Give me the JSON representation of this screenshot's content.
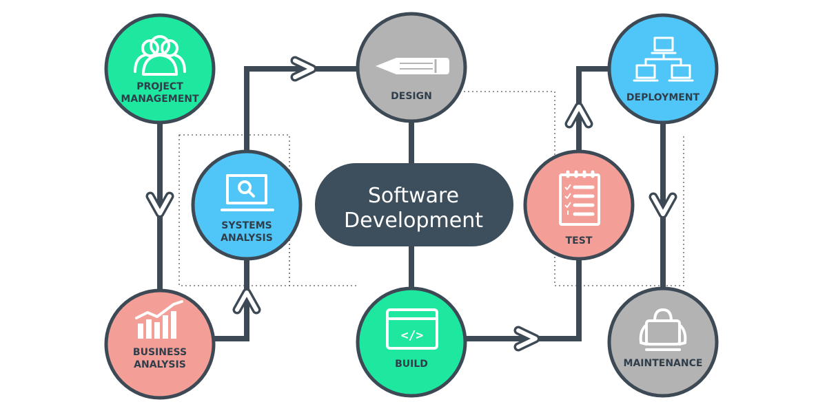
{
  "title": [
    "Software",
    "Development"
  ],
  "nodes": {
    "project_management": {
      "label": [
        "PROJECT",
        "MANAGEMENT"
      ],
      "color": "#1ee8a0",
      "icon": "users-icon"
    },
    "systems_analysis": {
      "label": [
        "SYSTEMS",
        "ANALYSIS"
      ],
      "color": "#4fc6f7",
      "icon": "laptop-search-icon"
    },
    "business_analysis": {
      "label": [
        "BUSINESS",
        "ANALYSIS"
      ],
      "color": "#f39e96",
      "icon": "bar-chart-icon"
    },
    "design": {
      "label": [
        "DESIGN"
      ],
      "color": "#b3b3b3",
      "icon": "pencil-icon"
    },
    "build": {
      "label": [
        "BUILD"
      ],
      "color": "#1ee8a0",
      "icon": "code-window-icon",
      "code_glyph": "</>"
    },
    "test": {
      "label": [
        "TEST"
      ],
      "color": "#f39e96",
      "icon": "checklist-icon"
    },
    "deployment": {
      "label": [
        "DEPLOYMENT"
      ],
      "color": "#4fc6f7",
      "icon": "network-icon"
    },
    "maintenance": {
      "label": [
        "MAINTENANCE"
      ],
      "color": "#b3b3b3",
      "icon": "toolbox-icon"
    }
  },
  "colors": {
    "line": "#3d4a55",
    "center": "#3d4f5c"
  }
}
